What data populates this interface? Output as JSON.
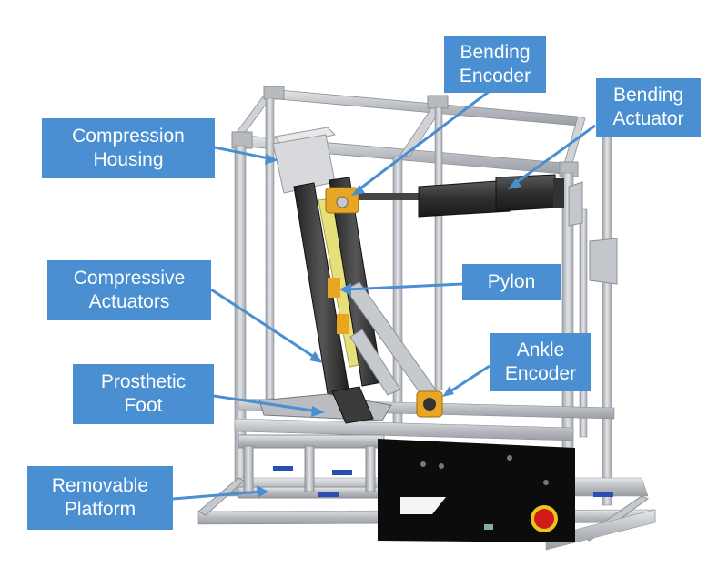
{
  "callouts": {
    "bending_encoder": {
      "line1": "Bending",
      "line2": "Encoder"
    },
    "bending_actuator": {
      "line1": "Bending",
      "line2": "Actuator"
    },
    "compression_housing": {
      "line1": "Compression",
      "line2": "Housing"
    },
    "compressive_actuators": {
      "line1": "Compressive",
      "line2": "Actuators"
    },
    "pylon": {
      "line1": "Pylon"
    },
    "ankle_encoder": {
      "line1": "Ankle",
      "line2": "Encoder"
    },
    "prosthetic_foot": {
      "line1": "Prosthetic",
      "line2": "Foot"
    },
    "removable_platform": {
      "line1": "Removable",
      "line2": "Platform"
    }
  },
  "colors": {
    "callout_fill": "#4a8fd1",
    "callout_text": "#ffffff",
    "frame_aluminum": "#c9ccd1",
    "actuator_body": "#3a3a3a",
    "pylon_yellow": "#e6e07a",
    "encoder_orange": "#e8a622",
    "base_panel": "#0c0c0c",
    "emergency_stop": "#d11b1b"
  }
}
